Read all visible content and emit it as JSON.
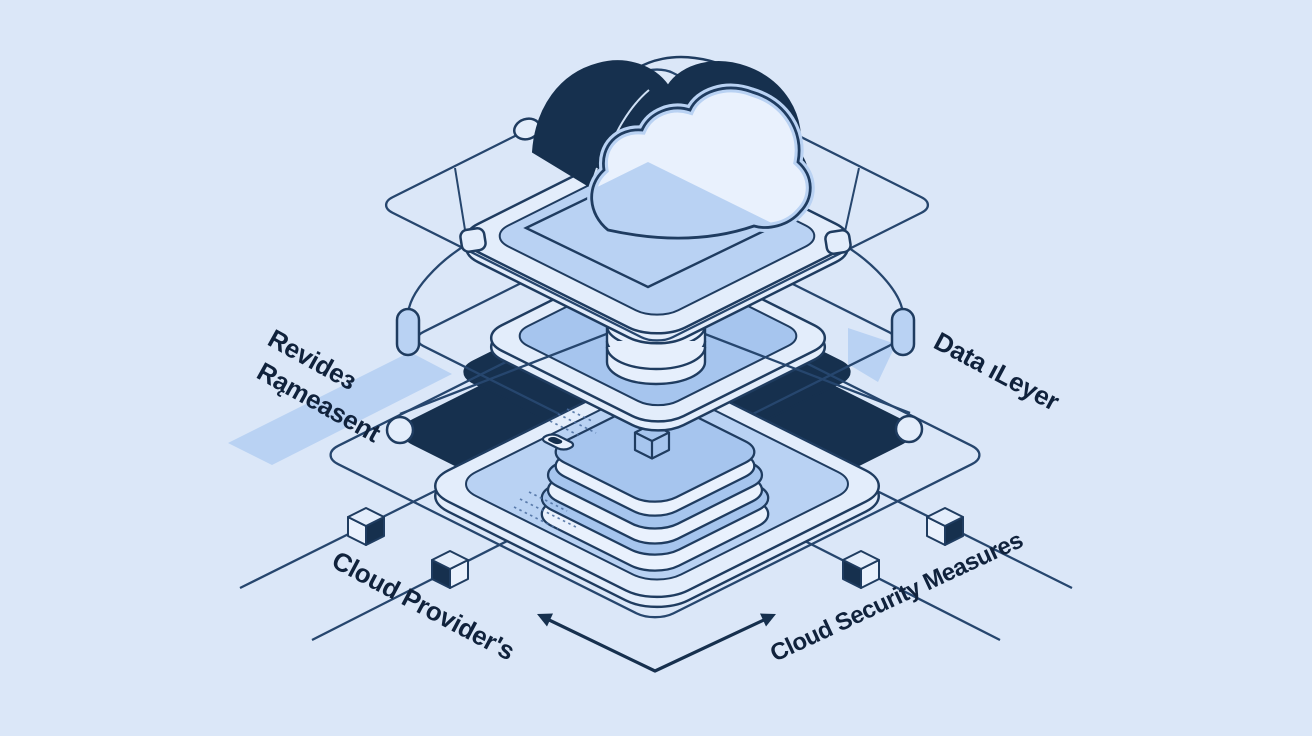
{
  "title": "Cloud security layers isometric illustration",
  "background": "#dbe7f8",
  "palette": {
    "navy": "#16304e",
    "outline": "#1f3c60",
    "wire": "#26466e",
    "mid_blue": "#a6c5ee",
    "light_blue": "#b9d2f3",
    "panel_light": "#e3edfb",
    "panel_bright": "#e9f1fd",
    "text": "#10223c"
  },
  "labels": {
    "top_left": {
      "line1": "Revideɜ",
      "line2": "Rąmeasent"
    },
    "top_right": {
      "text": "Data ıLeyer"
    },
    "bottom_left": {
      "text": "Cloud Provider's"
    },
    "bottom_right": {
      "text": "Cloud Security Measures"
    }
  },
  "layers": [
    {
      "id": "cloud-layer",
      "icon": "cloud-icon",
      "position": "top"
    },
    {
      "id": "data-layer",
      "icon": "database-icon",
      "position": "middle"
    },
    {
      "id": "infrastructure-layer",
      "icon": "server-stack-icon",
      "position": "bottom"
    }
  ],
  "nodes": {
    "ellipse_nodes": 1,
    "rounded_square_nodes": 2,
    "pill_nodes": 2,
    "circle_nodes": 2,
    "cube_nodes": 4
  },
  "arrow": {
    "type": "double-headed",
    "shape": "v"
  }
}
